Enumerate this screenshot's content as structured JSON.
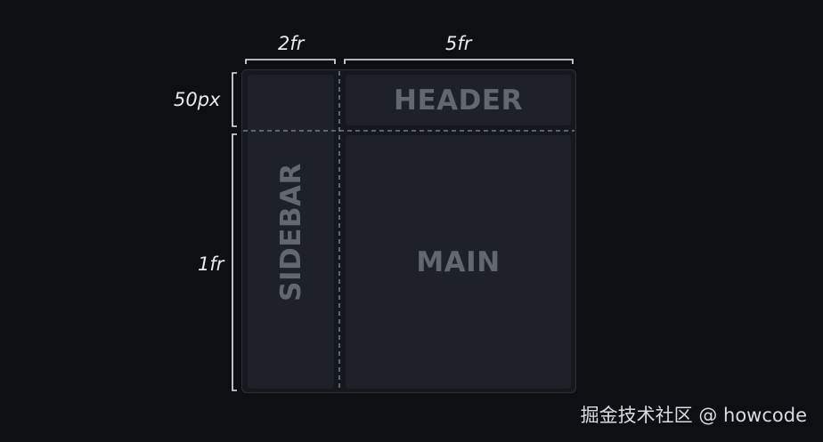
{
  "dimensions": {
    "column_1": "2fr",
    "column_2": "5fr",
    "row_1": "50px",
    "row_2": "1fr"
  },
  "areas": {
    "header": "HEADER",
    "sidebar": "SIDEBAR",
    "main": "MAIN"
  },
  "watermark": "掘金技术社区 @ howcode",
  "colors": {
    "background": "#0e0f12",
    "cell": "#1e2228",
    "cell_text": "#616870",
    "bracket": "#e8eaed",
    "dashed_line": "#8a9099"
  }
}
